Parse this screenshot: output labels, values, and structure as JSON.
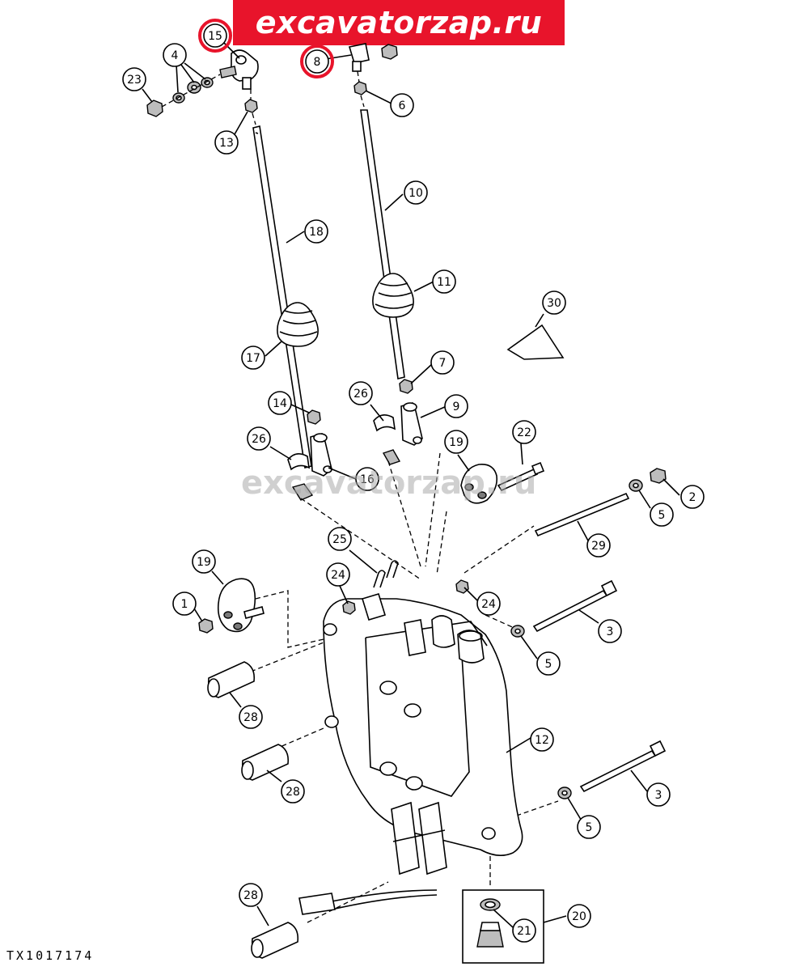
{
  "banner": {
    "text": "excavatorzap.ru",
    "color": "#e8142b"
  },
  "watermark": {
    "text": "excavatorzap.ru"
  },
  "figure_id": "TX1017174",
  "callouts": [
    {
      "id": "c15",
      "label": "15",
      "highlight": true
    },
    {
      "id": "c8",
      "label": "8",
      "highlight": true
    },
    {
      "id": "c4",
      "label": "4"
    },
    {
      "id": "c23",
      "label": "23"
    },
    {
      "id": "c13",
      "label": "13"
    },
    {
      "id": "c6",
      "label": "6"
    },
    {
      "id": "c10",
      "label": "10"
    },
    {
      "id": "c18",
      "label": "18"
    },
    {
      "id": "c11",
      "label": "11"
    },
    {
      "id": "c30",
      "label": "30"
    },
    {
      "id": "c17",
      "label": "17"
    },
    {
      "id": "c7",
      "label": "7"
    },
    {
      "id": "c14",
      "label": "14"
    },
    {
      "id": "c26a",
      "label": "26"
    },
    {
      "id": "c9",
      "label": "9"
    },
    {
      "id": "c26b",
      "label": "26"
    },
    {
      "id": "c19a",
      "label": "19"
    },
    {
      "id": "c22",
      "label": "22"
    },
    {
      "id": "c16",
      "label": "16"
    },
    {
      "id": "c2",
      "label": "2"
    },
    {
      "id": "c5a",
      "label": "5"
    },
    {
      "id": "c29",
      "label": "29"
    },
    {
      "id": "c25",
      "label": "25"
    },
    {
      "id": "c19b",
      "label": "19"
    },
    {
      "id": "c24a",
      "label": "24"
    },
    {
      "id": "c24b",
      "label": "24"
    },
    {
      "id": "c1",
      "label": "1"
    },
    {
      "id": "c3a",
      "label": "3"
    },
    {
      "id": "c5b",
      "label": "5"
    },
    {
      "id": "c28a",
      "label": "28"
    },
    {
      "id": "c12",
      "label": "12"
    },
    {
      "id": "c28b",
      "label": "28"
    },
    {
      "id": "c3b",
      "label": "3"
    },
    {
      "id": "c5c",
      "label": "5"
    },
    {
      "id": "c20",
      "label": "20"
    },
    {
      "id": "c28c",
      "label": "28"
    },
    {
      "id": "c21",
      "label": "21"
    }
  ]
}
